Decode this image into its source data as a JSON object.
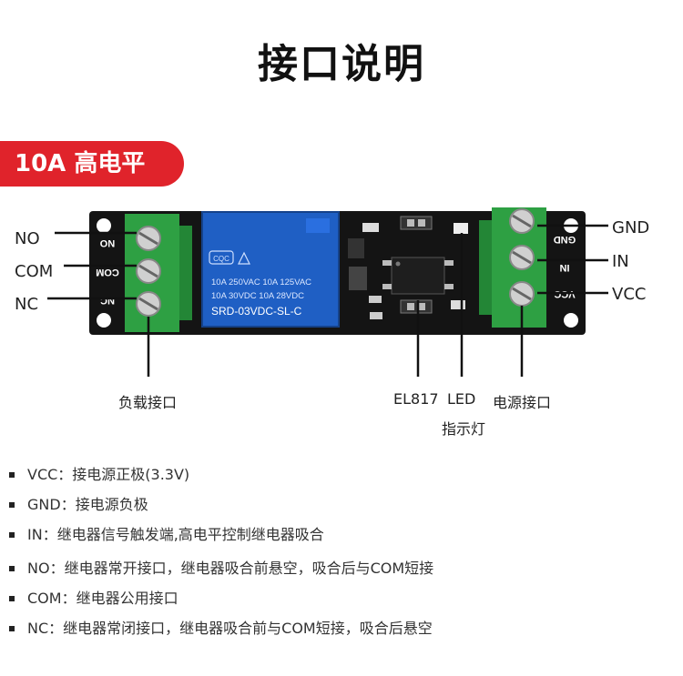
{
  "header": {
    "title": "接口说明"
  },
  "badge": {
    "label": "10A  高电平"
  },
  "relay": {
    "line1": "10A 250VAC  10A 125VAC",
    "line2": "10A  30VDC  10A 28VDC",
    "model": "SRD-03VDC-SL-C",
    "logo": "CQC"
  },
  "terminals": {
    "left": [
      "NO",
      "COM",
      "NC"
    ],
    "right": [
      "GND",
      "IN",
      "VCC"
    ],
    "left_silk": [
      "NO",
      "COM",
      "NC"
    ],
    "right_silk": [
      "GND",
      "IN",
      "VCC"
    ]
  },
  "callouts": {
    "load": "负载接口",
    "el817": "EL817",
    "led": "LED",
    "indicator": "指示灯",
    "power": "电源接口"
  },
  "descriptions": [
    "VCC：接电源正极(3.3V)",
    "GND：接电源负极",
    "IN：继电器信号触发端,高电平控制继电器吸合",
    "NO：继电器常开接口，继电器吸合前悬空，吸合后与COM短接",
    "COM：继电器公用接口",
    "NC：继电器常闭接口，继电器吸合前与COM短接，吸合后悬空"
  ],
  "colors": {
    "badge": "#e0232b",
    "pcb": "#141414",
    "relay": "#1f5fc4",
    "terminal": "#2ea043"
  }
}
